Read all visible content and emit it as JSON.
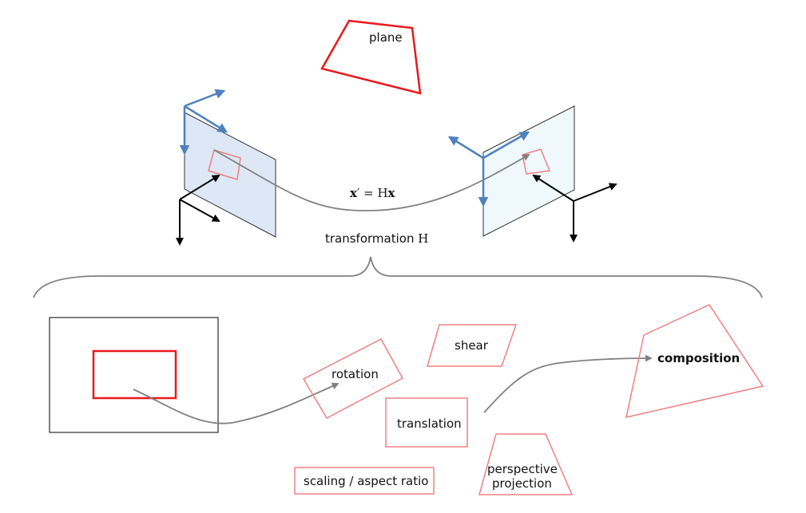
{
  "labels": {
    "plane": "plane",
    "equation_lhs": "x",
    "equation_prime": "′",
    "equation_eq": " = H",
    "equation_rhs": "x",
    "transformation_text": "transformation ",
    "transformation_symbol": "H",
    "rotation": "rotation",
    "shear": "shear",
    "translation": "translation",
    "composition": "composition",
    "perspective_line1": "perspective",
    "perspective_line2": "projection",
    "scaling": "scaling / aspect ratio"
  },
  "colors": {
    "red": "#e8191b",
    "pink": "#f08080",
    "blue": "#4f81bd",
    "gray_curve": "#808080",
    "left_plane_fill": "#dde7f5",
    "right_plane_fill": "#eef8fd"
  }
}
